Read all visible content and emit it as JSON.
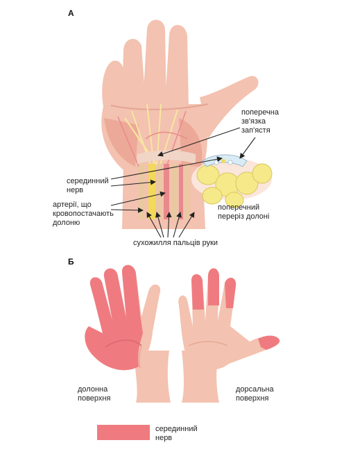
{
  "panel_a": {
    "letter": "А",
    "labels": {
      "ligament_line1": "поперечна",
      "ligament_line2": "зв'язка",
      "ligament_line3": "зап'ястя",
      "nerve_line1": "серединний",
      "nerve_line2": "нерв",
      "arteries_line1": "артерії, що",
      "arteries_line2": "кровопостачають",
      "arteries_line3": "долоню",
      "section_line1": "поперечний",
      "section_line2": "переріз долоні",
      "tendons": "сухожилля пальців руки"
    }
  },
  "panel_b": {
    "letter": "Б",
    "labels": {
      "palmar_line1": "долонна",
      "palmar_line2": "поверхня",
      "dorsal_line1": "дорсальна",
      "dorsal_line2": "поверхня"
    }
  },
  "legend": {
    "label_line1": "серединний",
    "label_line2": "нерв",
    "color": "#ef7b80"
  },
  "colors": {
    "skin": "#f3c2b0",
    "skin_shadow": "#e9ad9a",
    "median_zone": "#ef7b80",
    "bone": "#f5e98a",
    "nerve": "#f3d95a"
  }
}
